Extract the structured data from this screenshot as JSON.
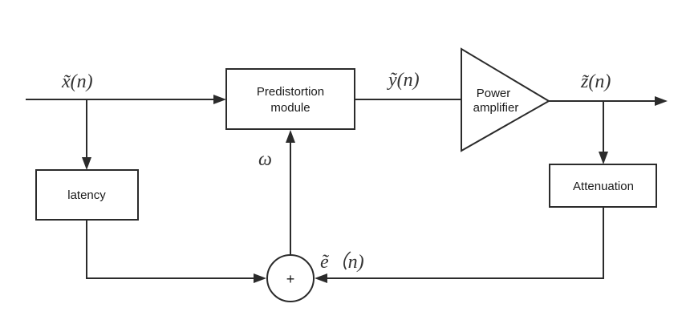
{
  "blocks": {
    "predistortion_line1": "Predistortion",
    "predistortion_line2": "module",
    "power_line1": "Power",
    "power_line2": "amplifier",
    "latency": "latency",
    "attenuation": "Attenuation",
    "sum_symbol": "+"
  },
  "signals": {
    "x": "x̃(n)",
    "y": "ỹ(n)",
    "z": "z̃(n)",
    "omega": "ω",
    "e": "ẽ（n)"
  }
}
